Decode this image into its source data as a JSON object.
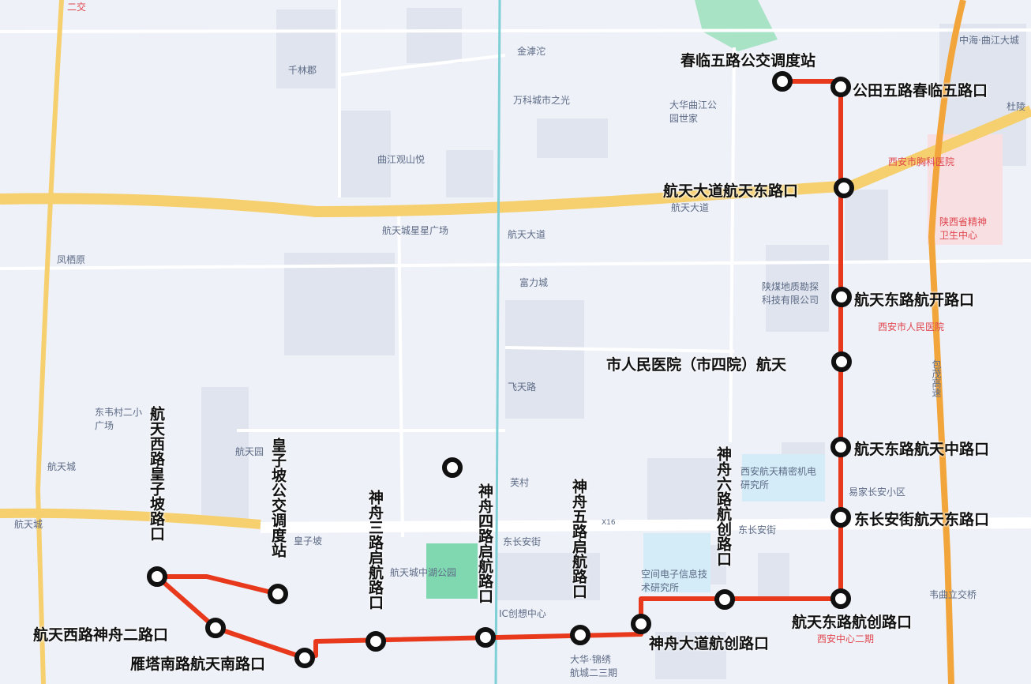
{
  "route": {
    "line_color": "#e8391d",
    "stops": [
      {
        "name": "春临五路公交调度站"
      },
      {
        "name": "公田五路春临五路口"
      },
      {
        "name": "航天大道航天东路口"
      },
      {
        "name": "航天东路航开路口"
      },
      {
        "name": "市人民医院（市四院）航天"
      },
      {
        "name": "航天东路航天中路口"
      },
      {
        "name": "东长安街航天东路口"
      },
      {
        "name": "航天东路航创路口"
      },
      {
        "name": "神舟六路航创路口"
      },
      {
        "name": "神舟大道航创路口"
      },
      {
        "name": "神舟五路启航路口"
      },
      {
        "name": "神舟四路启航路口"
      },
      {
        "name": "神舟三路启航路口"
      },
      {
        "name": "雁塔南路航天南路口"
      },
      {
        "name": "航天西路神舟二路口"
      },
      {
        "name": "航天西路皇子坡路口"
      },
      {
        "name": "皇子坡公交调度站"
      }
    ]
  },
  "map_labels": {
    "erjiao": "二交",
    "qianlinjun": "千林郡",
    "jinhutuo": "金滹沱",
    "wanke": "万科城市之光",
    "dahua": "大华曲江公园世家",
    "guanshanyue": "曲江观山悦",
    "xingxing": "航天城星星广场",
    "hangtiandadao_metro": "航天大道",
    "hangtiandadao_road": "航天大道",
    "fulicheng": "富力城",
    "fengqiyuan": "凤栖原",
    "feitianlu": "飞天路",
    "shanmei": "陕煤地质勘探科技有限公司",
    "renmin_hospital": "西安市人民医院",
    "xiongke": "西安市胸科医院",
    "jingshen": "陕西省精神卫生中心",
    "zhonghai": "中海·曲江大城",
    "baomao": "包茂高速",
    "dongweicun": "东韦村二小广场",
    "hangtiancheng_metro": "航天城",
    "hangtiancheng": "航天城",
    "hangtian_park": "航天城中湖公园",
    "dongchanganjie1": "东长安街",
    "dongchanganjie2": "东长安街",
    "furcun": "芙村",
    "kongjian": "空间电子信息技术研究所",
    "xian_center": "西安中心二期",
    "dahua_hangcheng": "大华·锦绣航城二三期",
    "yiguo": "易家长安小区",
    "sanjiao": "韦曲立交桥",
    "ic": "IC创想中心",
    "x16": "X16",
    "hangtianyuan": "航天园",
    "du": "杜陵",
    "jingmi": "西安航天精密机电研究所",
    "huangzipo": "皇子坡"
  },
  "colors": {
    "route": "#e8391d",
    "highway": "#f6cf6e",
    "expressway": "#f2a53a",
    "park": "#7fd8b0",
    "metro_icon": "#e0474f"
  }
}
